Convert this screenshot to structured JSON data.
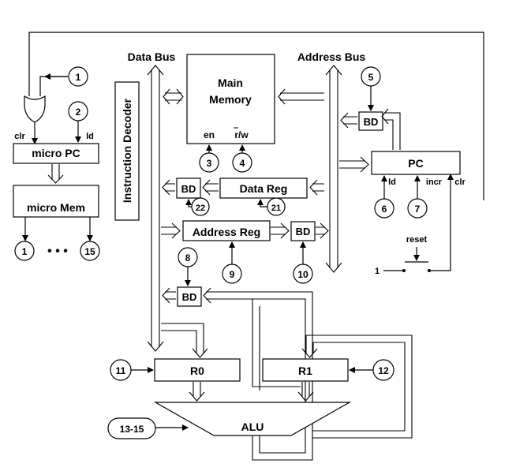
{
  "bus_labels": {
    "data_bus": "Data Bus",
    "address_bus": "Address Bus"
  },
  "components": {
    "main_memory_line1": "Main",
    "main_memory_line2": "Memory",
    "instruction_decoder": "Instruction Decoder",
    "micro_pc": "micro PC",
    "micro_mem": "micro Mem",
    "pc": "PC",
    "data_reg": "Data Reg",
    "address_reg": "Address Reg",
    "r0": "R0",
    "r1": "R1",
    "alu": "ALU",
    "bd": "BD"
  },
  "signals": {
    "en": "en",
    "rw": "r/w",
    "clr": "clr",
    "ld": "ld",
    "incr": "incr",
    "reset": "reset",
    "one": "1",
    "dots": "• • •"
  },
  "control_numbers": {
    "c1": "1",
    "c2": "2",
    "c3": "3",
    "c4": "4",
    "c5": "5",
    "c6": "6",
    "c7": "7",
    "c8": "8",
    "c9": "9",
    "c10": "10",
    "c11": "11",
    "c12": "12",
    "c13_15": "13-15",
    "c21": "21",
    "c22": "22",
    "out1": "1",
    "out15": "15"
  }
}
